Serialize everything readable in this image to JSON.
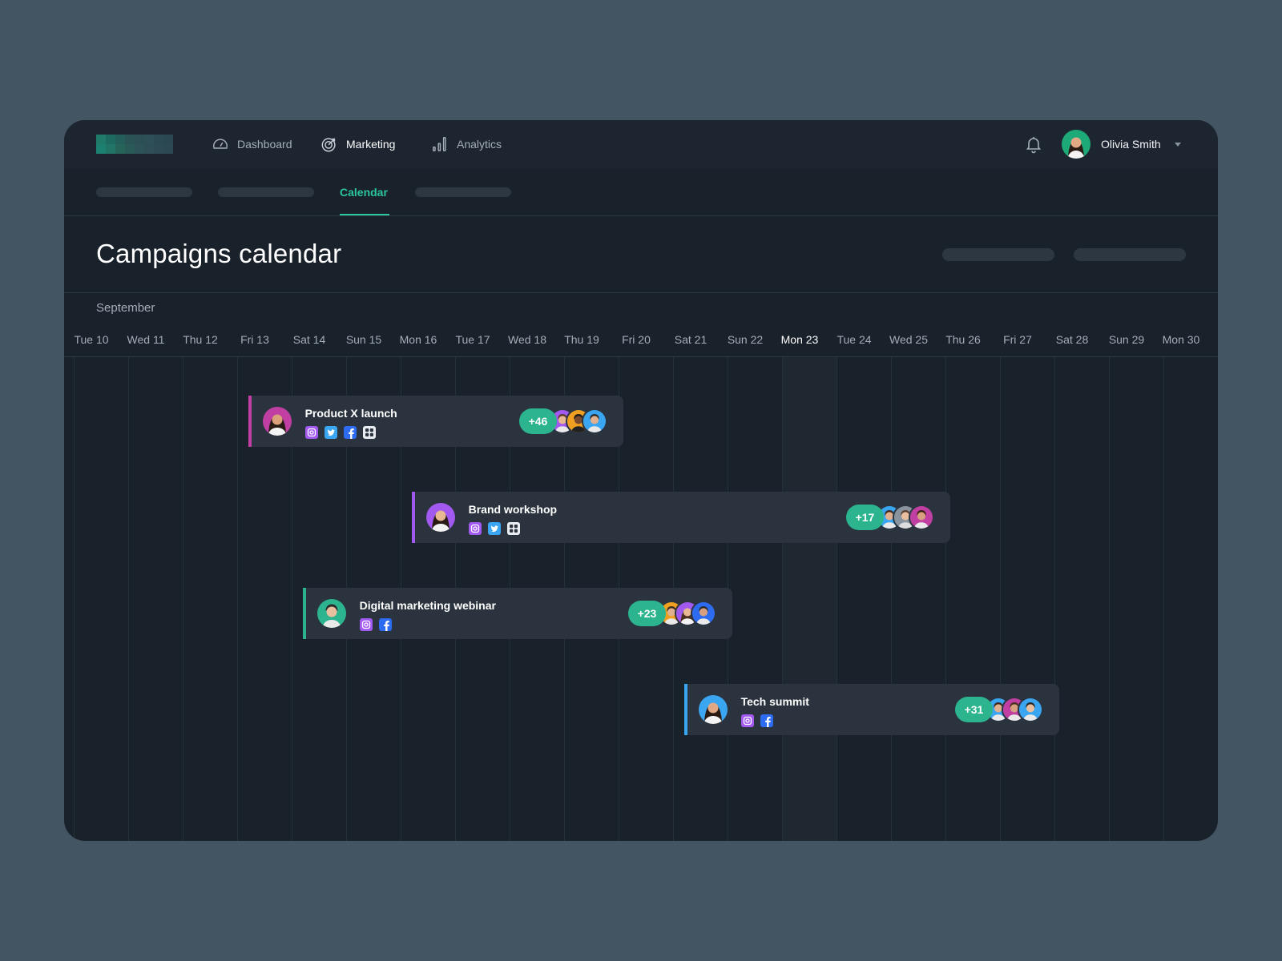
{
  "nav": {
    "items": [
      {
        "label": "Dashboard",
        "icon": "gauge-icon"
      },
      {
        "label": "Marketing",
        "icon": "target-icon",
        "active": true
      },
      {
        "label": "Analytics",
        "icon": "bar-chart-icon"
      }
    ],
    "user": {
      "name": "Olivia Smith"
    }
  },
  "tabs": {
    "active_label": "Calendar"
  },
  "page": {
    "title": "Campaigns calendar"
  },
  "calendar": {
    "month": "September",
    "days": [
      "Tue 10",
      "Wed 11",
      "Thu 12",
      "Fri 13",
      "Sat 14",
      "Sun 15",
      "Mon 16",
      "Tue 17",
      "Wed 18",
      "Thu 19",
      "Fri 20",
      "Sat 21",
      "Sun 22",
      "Mon 23",
      "Tue 24",
      "Wed 25",
      "Thu 26",
      "Fri 27",
      "Sat 28",
      "Sun 29",
      "Mon 30"
    ],
    "today": "Mon 23"
  },
  "events": [
    {
      "name": "Product X launch",
      "count": "+46",
      "accent": "#c13ea2",
      "socials": [
        "instagram-icon",
        "twitter-icon",
        "facebook-icon",
        "grid-icon"
      ]
    },
    {
      "name": "Brand workshop",
      "count": "+17",
      "accent": "#a259f0",
      "socials": [
        "instagram-icon",
        "twitter-icon",
        "grid-icon"
      ]
    },
    {
      "name": "Digital marketing webinar",
      "count": "+23",
      "accent": "#2bb48d",
      "socials": [
        "instagram-icon",
        "facebook-icon"
      ]
    },
    {
      "name": "Tech summit",
      "count": "+31",
      "accent": "#3aa5f0",
      "socials": [
        "instagram-icon",
        "facebook-icon"
      ]
    }
  ],
  "colors": {
    "accent_green": "#2cc69b",
    "background": "#435463",
    "panel": "#19212a"
  }
}
